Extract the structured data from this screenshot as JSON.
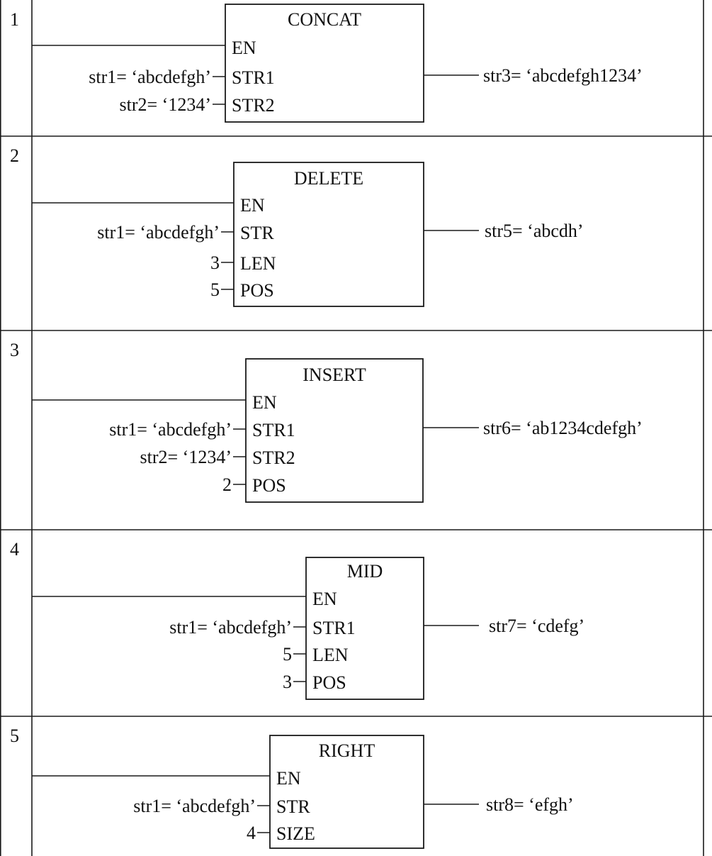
{
  "rungs": [
    {
      "number": "1",
      "title": "CONCAT",
      "pins": [
        {
          "name": "EN",
          "value": ""
        },
        {
          "name": "STR1",
          "value": "str1= ‘abcdefgh’"
        },
        {
          "name": "STR2",
          "value": "str2= ‘1234’"
        }
      ],
      "output": "str3= ‘abcdefgh1234’"
    },
    {
      "number": "2",
      "title": "DELETE",
      "pins": [
        {
          "name": "EN",
          "value": ""
        },
        {
          "name": "STR",
          "value": "str1= ‘abcdefgh’"
        },
        {
          "name": "LEN",
          "value": "3"
        },
        {
          "name": "POS",
          "value": "5"
        }
      ],
      "output": "str5= ‘abcdh’"
    },
    {
      "number": "3",
      "title": "INSERT",
      "pins": [
        {
          "name": "EN",
          "value": ""
        },
        {
          "name": "STR1",
          "value": "str1= ‘abcdefgh’"
        },
        {
          "name": "STR2",
          "value": "str2= ‘1234’"
        },
        {
          "name": "POS",
          "value": "2"
        }
      ],
      "output": "str6= ‘ab1234cdefgh’"
    },
    {
      "number": "4",
      "title": "MID",
      "pins": [
        {
          "name": "EN",
          "value": ""
        },
        {
          "name": "STR1",
          "value": "str1= ‘abcdefgh’"
        },
        {
          "name": "LEN",
          "value": "5"
        },
        {
          "name": "POS",
          "value": "3"
        }
      ],
      "output": "str7= ‘cdefg’"
    },
    {
      "number": "5",
      "title": "RIGHT",
      "pins": [
        {
          "name": "EN",
          "value": ""
        },
        {
          "name": "STR",
          "value": "str1= ‘abcdefgh’"
        },
        {
          "name": "SIZE",
          "value": "4"
        }
      ],
      "output": "str8= ‘efgh’"
    }
  ]
}
